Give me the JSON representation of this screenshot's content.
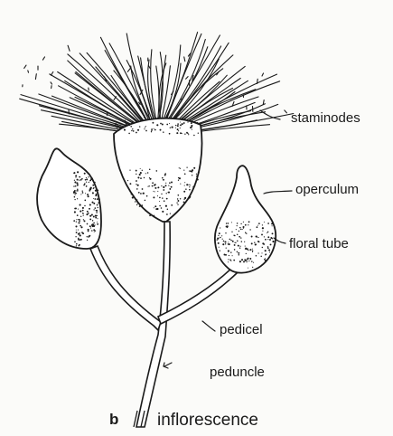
{
  "labels": {
    "staminodes": "staminodes",
    "operculum": "operculum",
    "floral_tube": "floral tube",
    "pedicel": "pedicel",
    "peduncle": "peduncle",
    "panel": "b",
    "inflorescence": "inflorescence"
  },
  "colors": {
    "ink": "#1a1a1a",
    "paper": "#fbfbf9"
  }
}
